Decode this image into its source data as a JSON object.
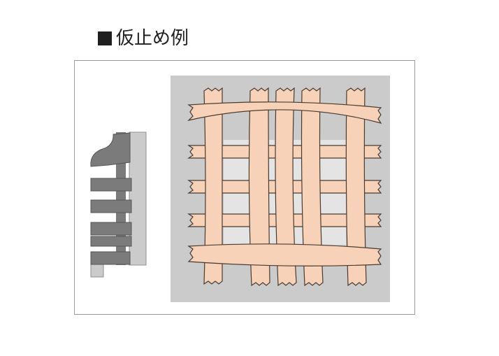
{
  "title": {
    "text": "仮止め例"
  },
  "colors": {
    "tape": "#f7d2b8",
    "tape_stroke": "#4a3a30",
    "board": "#cbcbcb",
    "board_dark": "#8f8f8f",
    "frame_border": "#9a9a9a"
  },
  "diagram": {
    "side_view": {
      "icon": "side-profile-icon",
      "tape_strips": 5
    },
    "top_view": {
      "icon": "tape-grid-icon",
      "vertical_strips": 5,
      "horizontal_strips": 5
    }
  }
}
